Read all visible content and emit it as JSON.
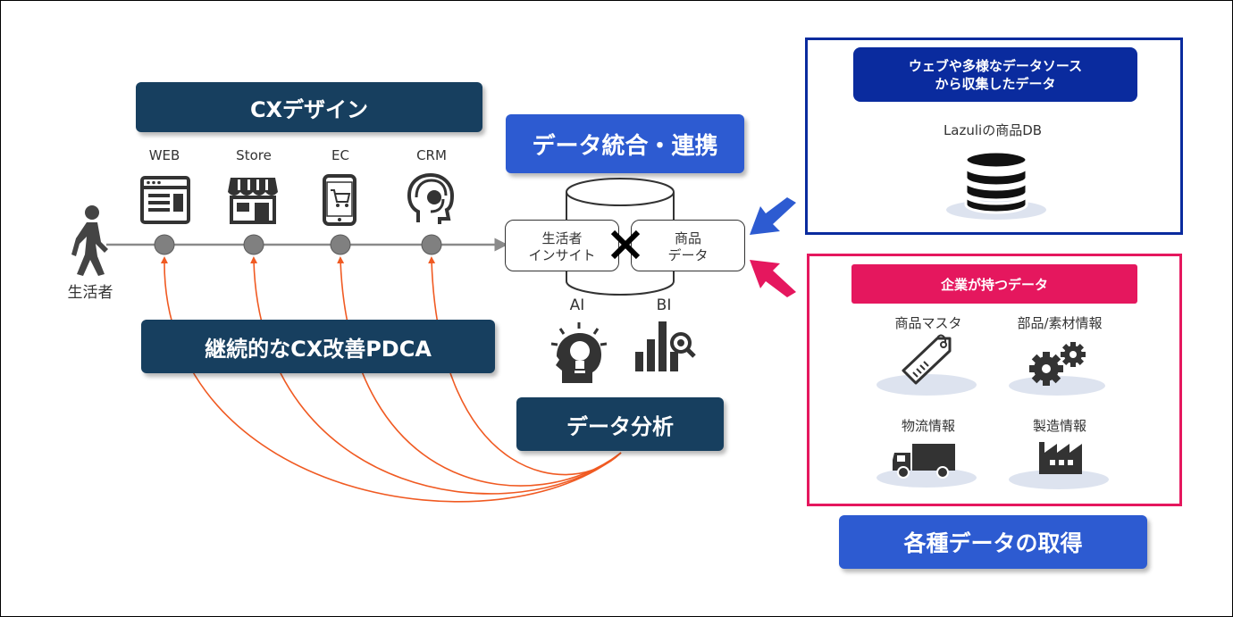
{
  "cx_design": {
    "title": "CXデザイン"
  },
  "touchpoints": [
    {
      "label": "WEB",
      "icon": "web-browser-icon"
    },
    {
      "label": "Store",
      "icon": "store-icon"
    },
    {
      "label": "EC",
      "icon": "smartphone-cart-icon"
    },
    {
      "label": "CRM",
      "icon": "headset-support-icon"
    }
  ],
  "consumer": {
    "label": "生活者",
    "icon": "walking-person-icon"
  },
  "pdca": {
    "title": "継続的なCX改善PDCA"
  },
  "integration": {
    "title": "データ統合・連携",
    "left_label_line1": "生活者",
    "left_label_line2": "インサイト",
    "right_label_line1": "商品",
    "right_label_line2": "データ"
  },
  "analysis": {
    "ai_label": "AI",
    "bi_label": "BI",
    "title": "データ分析"
  },
  "web_sources": {
    "title_line1": "ウェブや多様なデータソース",
    "title_line2": "から収集したデータ",
    "db_label": "Lazuliの商品DB"
  },
  "company_data": {
    "title": "企業が持つデータ",
    "items": [
      {
        "label": "商品マスタ",
        "icon": "price-tag-icon"
      },
      {
        "label": "部品/素材情報",
        "icon": "gears-icon"
      },
      {
        "label": "物流情報",
        "icon": "truck-icon"
      },
      {
        "label": "製造情報",
        "icon": "factory-icon"
      }
    ]
  },
  "acquisition": {
    "title": "各種データの取得"
  },
  "colors": {
    "navy": "#173f5f",
    "royal_blue": "#2d5bd1",
    "deep_blue": "#0a2b9e",
    "pink": "#e5175e",
    "orange_arc": "#f05a22",
    "timeline_gray": "#8a8a8a"
  }
}
